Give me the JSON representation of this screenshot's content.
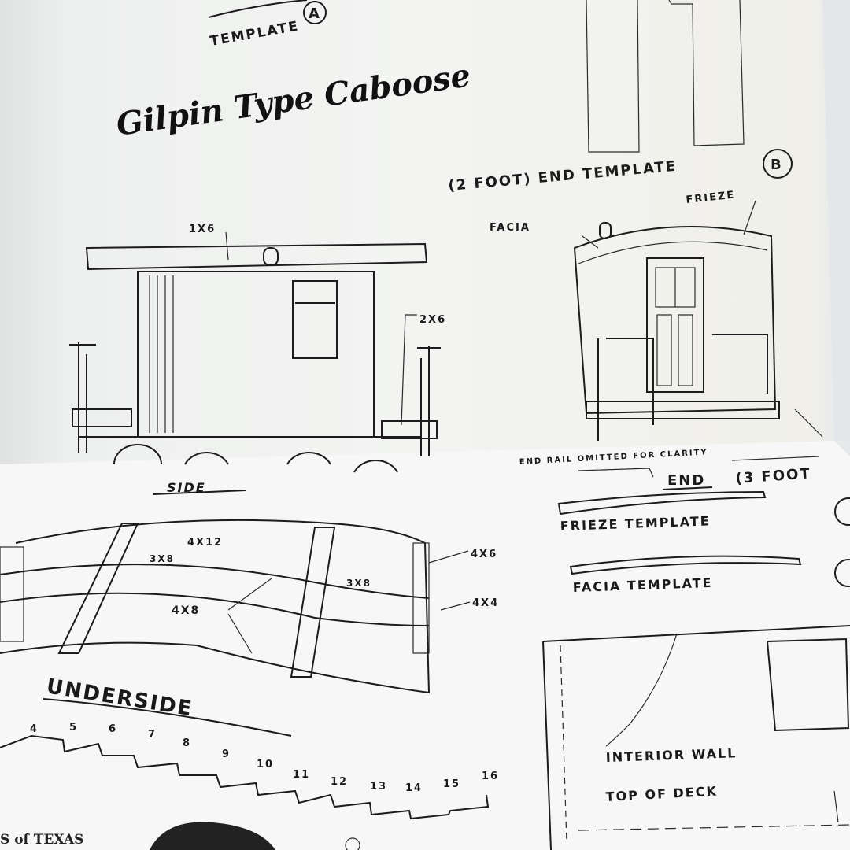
{
  "document": {
    "title": "Gilpin Type Caboose",
    "top_label": "TEMPLATE",
    "top_label_circle": "A",
    "end_template_label": "(2 FOOT) END TEMPLATE",
    "end_template_circle": "B",
    "end_view_labels": {
      "frieze": "FRIEZE",
      "facia": "FACIA"
    },
    "side_view_labels": {
      "top": "1X6",
      "step": "2X6",
      "caption": "SIDE"
    },
    "end_rail_note": "END RAIL OMITTED FOR CLARITY",
    "end_caption": "END",
    "end_caption_suffix": "(3 FOOT",
    "frieze_template": "FRIEZE TEMPLATE",
    "facia_template": "FACIA TEMPLATE",
    "underside_labels": {
      "a": "4X12",
      "b": "3X8",
      "c": "4X8",
      "d": "3X8",
      "e": "4X6",
      "f": "4X4",
      "caption": "UNDERSIDE"
    },
    "scale_numbers": [
      "4",
      "5",
      "6",
      "7",
      "8",
      "9",
      "10",
      "11",
      "12",
      "13",
      "14",
      "15",
      "16"
    ],
    "interior_wall": "INTERIOR WALL",
    "top_of_deck": "TOP OF DECK",
    "footer_text": "S of TEXAS"
  }
}
